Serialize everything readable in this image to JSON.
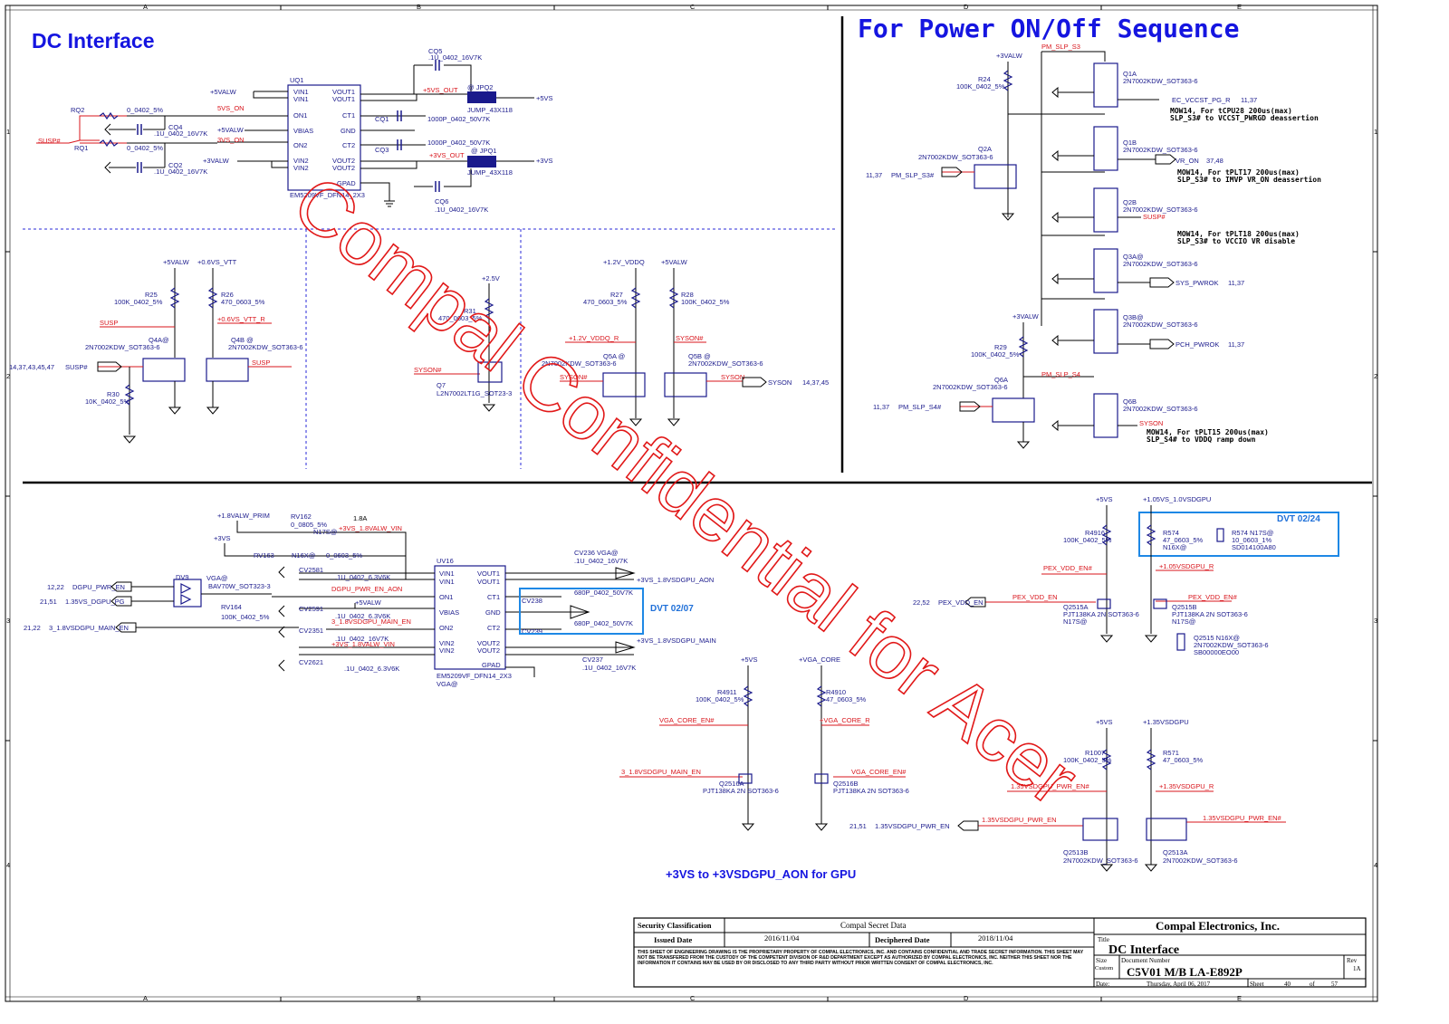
{
  "header": {
    "dc_interface": "DC Interface",
    "power_seq": "For Power ON/Off Sequence",
    "gpu_note": "+3VS to +3VSDGPU_AON for GPU",
    "current_1_8a": "1.8A"
  },
  "border": {
    "cols": [
      "A",
      "B",
      "C",
      "D",
      "E"
    ],
    "rows": [
      "1",
      "2",
      "3",
      "4"
    ]
  },
  "watermark": "Compal Confidential for Acer",
  "dvt": {
    "a": "DVT  02/07",
    "b": "DVT  02/24"
  },
  "dc": {
    "uq1": "UQ1",
    "uq1_part": "EM5209VF_DFN14_2X3",
    "uq1_pins_left": [
      "VIN1",
      "VIN1",
      "ON1",
      "VBIAS",
      "ON2",
      "VIN2",
      "VIN2"
    ],
    "uq1_pins_right": [
      "VOUT1",
      "VOUT1",
      "CT1",
      "GND",
      "CT2",
      "VOUT2",
      "VOUT2",
      "GPAD"
    ],
    "nets": [
      "+5VALW",
      "5VS_ON",
      "+5VALW",
      "3VS_ON",
      "+3VALW",
      "SUSP#",
      "+5VS_OUT",
      "+3VS_OUT",
      "+5VS",
      "+3VS"
    ],
    "rq2": "RQ2",
    "rq2_val": "0_0402_5%",
    "rq1": "RQ1",
    "rq1_val": "0_0402_5%",
    "cq4": "CQ4",
    "cq4_val": ".1U_0402_16V7K",
    "cq2": "CQ2",
    "cq2_val": ".1U_0402_16V7K",
    "cq5": "CQ5",
    "cq5_val": ".1U_0402_16V7K",
    "cq6": "CQ6",
    "cq6_val": ".1U_0402_16V7K",
    "cq1": "CQ1",
    "cq1_val": "1000P_0402_50V7K",
    "cq3": "CQ3",
    "cq3_val": "1000P_0402_50V7K",
    "jpq2": "@ JPQ2",
    "jpq2_val": "JUMP_43X118",
    "jpq1": "@ JPQ1",
    "jpq1_val": "JUMP_43X118"
  },
  "mid": {
    "r25": "R25",
    "r25_val": "100K_0402_5%",
    "r26": "R26",
    "r26_val": "470_0603_5%",
    "r30": "R30",
    "r30_val": "10K_0402_5%",
    "r31": "R31",
    "r31_val": "470_0603_5%",
    "r27": "R27",
    "r27_val": "470_0603_5%",
    "r28": "R28",
    "r28_val": "100K_0402_5%",
    "q4a": "Q4A@",
    "q4a_val": "2N7002KDW_SOT363-6",
    "q4b": "Q4B @",
    "q4b_val": "2N7002KDW_SOT363-6",
    "q7": "Q7",
    "q7_val": "L2N7002LT1G_SOT23-3",
    "q5a": "Q5A @",
    "q5a_val": "2N7002KDW_SOT363-6",
    "q5b": "Q5B @",
    "q5b_val": "2N7002KDW_SOT363-6",
    "nets": [
      "+5VALW",
      "+0.6VS_VTT",
      "SUSP",
      "+0.6VS_VTT_R",
      "SUSP#",
      "SUSP",
      "+2.5V",
      "SYSON#",
      "+1.2V_VDDQ",
      "+5VALW",
      "+1.2V_VDDQ_R",
      "SYSON#",
      "SYSON#",
      "SYSON",
      "SYSON"
    ],
    "refs": [
      "14,37,43,45,47",
      "14,37,45"
    ]
  },
  "seq": {
    "q1a": "Q1A",
    "q1b": "Q1B",
    "q2b": "Q2B",
    "q3a": "Q3A@",
    "q3b": "Q3B@",
    "q6b": "Q6B",
    "q2a": "Q2A",
    "q6a": "Q6A",
    "part": "2N7002KDW_SOT363-6",
    "r24": "R24",
    "r24_val": "100K_0402_5%",
    "r29": "R29",
    "r29_val": "100K_0402_5%",
    "nets": [
      "+3VALW",
      "PM_SLP_S3",
      "EC_VCCST_PG_R",
      "VR_ON",
      "SUSP#",
      "SYS_PWROK",
      "PCH_PWROK",
      "+3VALW",
      "PM_SLP_S4",
      "SYSON",
      "PM_SLP_S3#",
      "PM_SLP_S4#"
    ],
    "refs": [
      "11,37",
      "37,48",
      "11,37",
      "11,37",
      "11,37",
      "11,37"
    ],
    "notes": [
      "MOW14, For tCPU28 200us(max)",
      "SLP_S3# to VCCST_PWRGD deassertion",
      "MOW14, For tPLT17 200us(max)",
      "SLP_S3# to IMVP VR_ON deassertion",
      "MOW14, For tPLT18 200us(max)",
      "SLP_S3# to VCCIO VR disable",
      "MOW14, For tPLT15 200us(max)",
      "SLP_S4# to VDDQ ramp down"
    ]
  },
  "gpu": {
    "uv16": "UV16",
    "uv16_part": "EM5209VF_DFN14_2X3",
    "uv16_opt": "VGA@",
    "pins_left": [
      "VIN1",
      "VIN1",
      "ON1",
      "VBIAS",
      "ON2",
      "VIN2",
      "VIN2"
    ],
    "pins_right": [
      "VOUT1",
      "VOUT1",
      "CT1",
      "GND",
      "CT2",
      "VOUT2",
      "VOUT2",
      "GPAD"
    ],
    "rv162": "RV162",
    "rv162_val": "0_0805_5%",
    "rv162_opt": "N17S@",
    "rv163": "RV163",
    "rv163_val": "0_0603_5%",
    "rv163_opt": "N16X@",
    "rv164": "RV164",
    "rv164_val": "100K_0402_5%",
    "dv9": "DV9",
    "dv9_val": "BAV70W_SOT323-3",
    "dv9_opt": "VGA@",
    "caps": [
      "CV2581",
      "CV2591",
      "CV2351",
      "CV2621",
      "CV236 VGA@",
      "CV237",
      "CV238",
      "CV239"
    ],
    "cap_vals": [
      ".1U_0402_6.3V6K",
      ".1U_0402_6.3V6K",
      ".1U_0402_16V7K",
      ".1U_0402_6.3V6K",
      ".1U_0402_16V7K",
      ".1U_0402_16V7K",
      "680P_0402_50V7K",
      "680P_0402_50V7K"
    ],
    "nets": [
      "+1.8VALW_PRIM",
      "+3VS",
      "+3VS_1.8VALW_VIN",
      "DGPU_PWR_EN_AON",
      "+5VALW",
      "+3VS_1.8VALW_VIN",
      "3_1.8VSDGPU_MAIN_EN",
      "+3VS_1.8VSDGPU_AON",
      "+3VS_1.8VSDGPU_MAIN"
    ],
    "in_nets": [
      "DGPU_PWR_EN",
      "1.35VS_DGPU_PG",
      "3_1.8VSDGPU_MAIN_EN"
    ],
    "in_refs": [
      "12,22",
      "21,51",
      "21,22"
    ]
  },
  "br": {
    "r4916": "R4916",
    "r4916_val": "100K_0402_5%",
    "r574": "R574",
    "r574_val": "47_0603_5%",
    "r574_opt": "N16X@",
    "r574b": "R574  N17S@",
    "r574b_val": "10_0603_1%",
    "r574b_pn": "SD014100A80",
    "r4911": "R4911",
    "r4911_val": "100K_0402_5%",
    "r4910": "R4910",
    "r4910_val": "47_0603_5%",
    "r1007": "R1007",
    "r1007_val": "100K_0402_5%",
    "r571": "R571",
    "r571_val": "47_0603_5%",
    "q2515a": "Q2515A",
    "q2515a_val": "PJT138KA 2N SOT363-6",
    "q2515a_opt": "N17S@",
    "q2515b": "Q2515B",
    "q2515b_val": "PJT138KA 2N SOT363-6",
    "q2515b_opt": "N17S@",
    "q2515": "Q2515 N16X@",
    "q2515_val": "2N7002KDW_SOT363-6",
    "q2515_pn": "SB00000EO00",
    "q2516a": "Q2516A",
    "q2516a_val": "PJT138KA 2N SOT363-6",
    "q2516b": "Q2516B",
    "q2516b_val": "PJT138KA 2N SOT363-6",
    "q2513b": "Q2513B",
    "q2513b_val": "2N7002KDW_SOT363-6",
    "q2513a": "Q2513A",
    "q2513a_val": "2N7002KDW_SOT363-6",
    "nets": [
      "+5VS",
      "+1.05VS_1.0VSDGPU",
      "PEX_VDD_EN#",
      "PEX_VDD_EN",
      "+1.05VSDGPU_R",
      "PEX_VDD_EN#",
      "+5VS",
      "+VGA_CORE",
      "VGA_CORE_EN#",
      "+VGA_CORE_R",
      "3_1.8VSDGPU_MAIN_EN",
      "VGA_CORE_EN#",
      "+5VS",
      "+1.35VSDGPU",
      "1.35VSDGPU_PWR_EN#",
      "+1.35VSDGPU_R",
      "1.35VSDGPU_PWR_EN",
      "1.35VSDGPU_PWR_EN#",
      "1.35VSDGPU_PWR_EN"
    ],
    "refs": [
      "22,52",
      "21,51"
    ]
  },
  "titleblock": {
    "security_label": "Security Classification",
    "security_value": "Compal Secret Data",
    "issued_label": "Issued Date",
    "issued_value": "2016/11/04",
    "deciphered_label": "Deciphered Date",
    "deciphered_value": "2018/11/04",
    "legal": "THIS SHEET OF ENGINEERING DRAWING IS THE PROPRIETARY PROPERTY OF COMPAL ELECTRONICS, INC. AND CONTAINS CONFIDENTIAL AND TRADE SECRET INFORMATION. THIS SHEET MAY NOT BE TRANSFERED FROM THE CUSTODY OF THE COMPETENT DIVISION OF R&D DEPARTMENT EXCEPT AS AUTHORIZED BY COMPAL ELECTRONICS, INC. NEITHER THIS SHEET NOR THE INFORMATION IT CONTAINS MAY BE USED BY OR DISCLOSED TO ANY THIRD PARTY WITHOUT PRIOR WRITTEN CONSENT OF COMPAL ELECTRONICS, INC.",
    "company": "Compal Electronics, Inc.",
    "title_label": "Title",
    "title_value": "DC Interface",
    "size_label": "Size",
    "size_value": "Custom",
    "docnum_label": "Document Number",
    "docnum_value": "C5V01 M/B LA-E892P",
    "rev_label": "Rev",
    "rev_value": "1A",
    "date_label": "Date:",
    "date_value": "Thursday, April 06, 2017",
    "sheet_label": "Sheet",
    "sheet_value": "40",
    "of_label": "of",
    "of_value": "57"
  }
}
